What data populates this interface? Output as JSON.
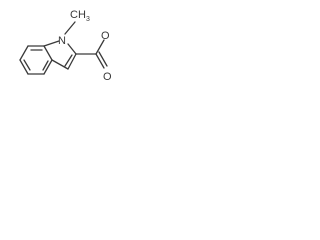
{
  "molecule": {
    "atoms": {
      "nitrogen": "N",
      "methyl_c": "CH",
      "methyl_sub": "3",
      "ester_o": "O",
      "carbonyl_o": "O"
    }
  }
}
